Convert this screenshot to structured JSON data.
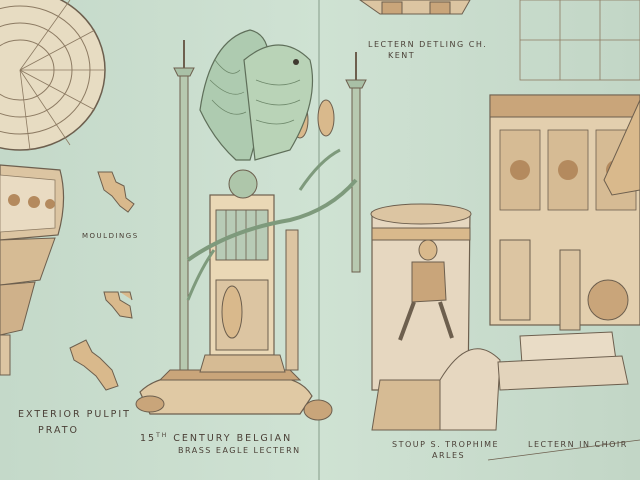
{
  "captions": {
    "lectern_detling_line1": "LECTERN  DETLING  CH.",
    "lectern_detling_line2": "KENT",
    "mouldings": "MOULDINGS",
    "exterior_pulpit_line1": "EXTERIOR PULPIT",
    "exterior_pulpit_line2": "PRATO",
    "belgian_century_num": "15",
    "belgian_century_sup": "TH",
    "belgian_line1_rest": " CENTURY BELGIAN",
    "belgian_line2": "BRASS EAGLE LECTERN",
    "stoup_line1": "STOUP S. TROPHIME",
    "stoup_line2": "ARLES",
    "lectern_in_choir": "LECTERN IN CHOIR"
  },
  "colors": {
    "paper": "#c9dccd",
    "ink": "#4a3f36",
    "brass": "#d9b98c",
    "brass_dark": "#b48a5e",
    "stone": "#e6d7c0",
    "eagle_green": "#aecbb0"
  }
}
